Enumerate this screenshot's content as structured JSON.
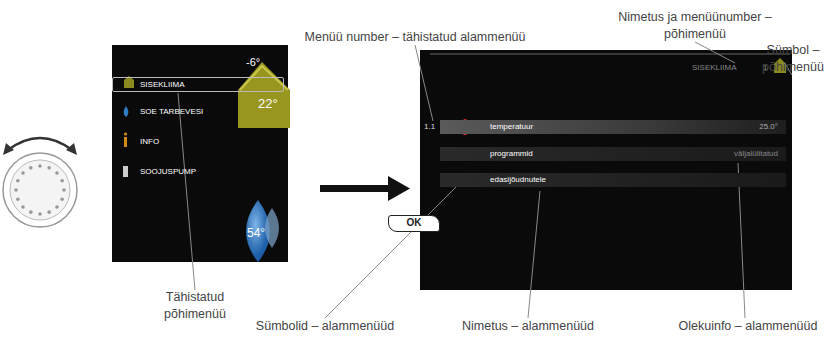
{
  "diagram": {
    "nodes": [
      {
        "text": [
          "SISEKLIIMA"
        ]
      },
      {
        "text": [
          "OK"
        ]
      },
      {
        "text": [
          "1.1",
          "temperatuur",
          "25.0°"
        ]
      },
      {
        "text": [
          "programmid",
          "väljalülitatud"
        ]
      },
      {
        "text": [
          "edasijõudnutele"
        ]
      }
    ],
    "labels": [
      "SOE TARBEVESI",
      "INFO",
      "SOOJUSPUMP",
      "-6°",
      "22°",
      "54°",
      "SISEKLIIMA",
      "1",
      "Menüü number – tähistatud alammenüü",
      "Nimetus ja menüünumber – põhimenüü",
      "Sümbol – põhimenüü",
      "Tähistatud põhimenüü",
      "Sümbolid – alammenüüd",
      "Nimetus – alammenüüd",
      "Olekuinfo – alammenüüd"
    ]
  }
}
